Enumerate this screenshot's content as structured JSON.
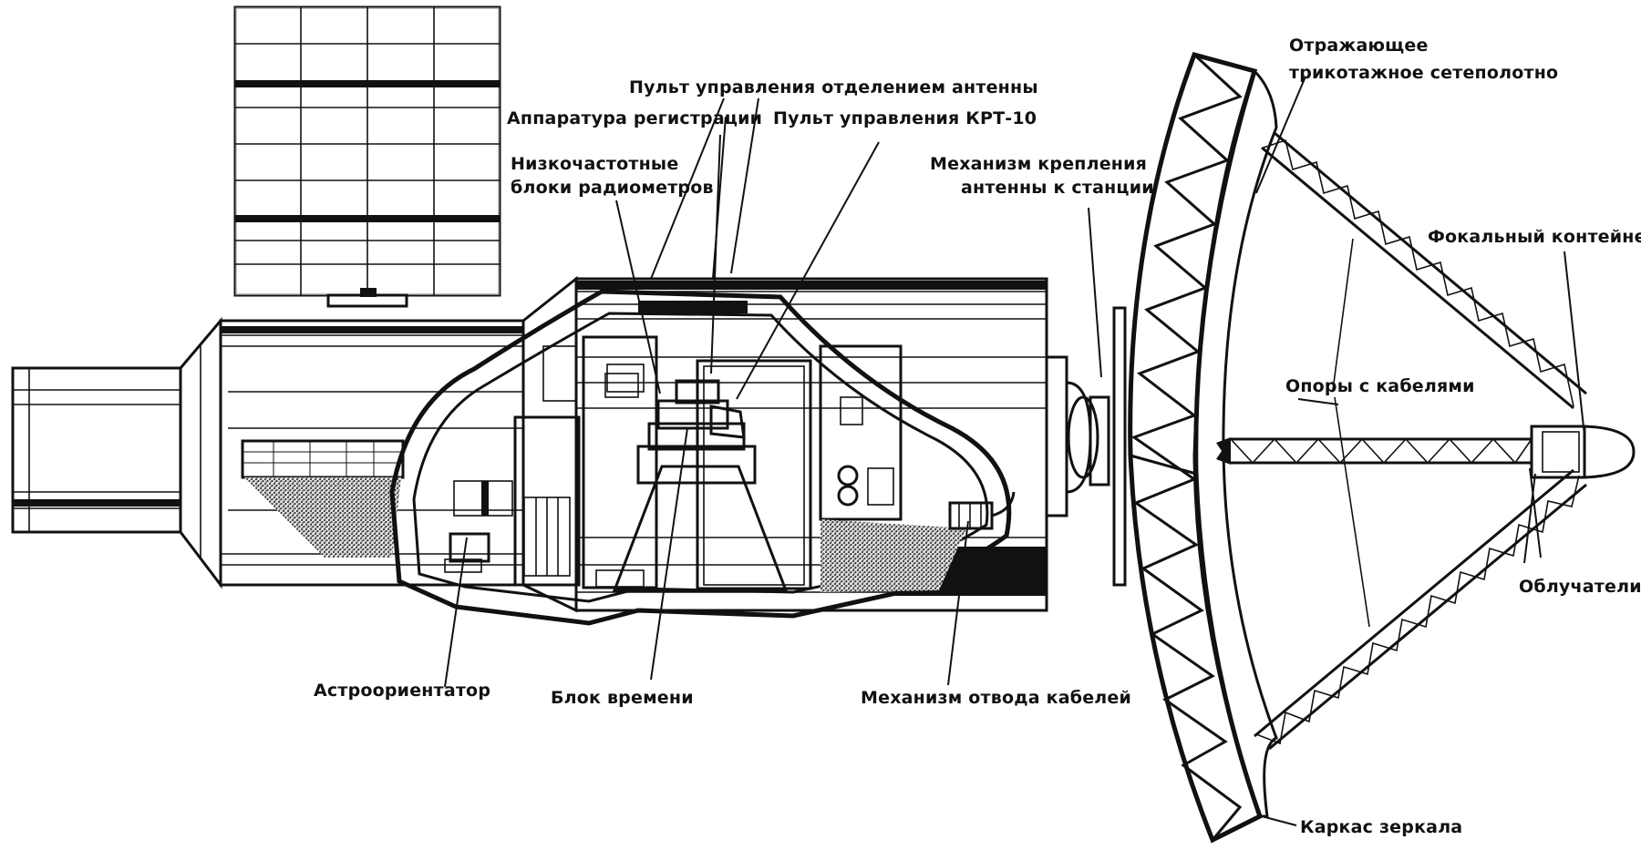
{
  "labels": {
    "reflecting_mesh_line1": "Отражающее",
    "reflecting_mesh_line2": "трикотажное сетеполотно",
    "antenna_separation_panel": "Пульт управления отделением антенны",
    "recording_equipment": "Аппаратура регистрации",
    "krt10_control_panel": "Пульт управления КРТ-10",
    "lowfreq_radiometer_line1": "Низкочастотные",
    "lowfreq_radiometer_line2": "блоки радиометров",
    "attach_mechanism_line1": "Механизм крепления",
    "attach_mechanism_line2": "антенны к станции",
    "focal_container": "Фокальный контейнер",
    "supports_with_cables": "Опоры с кабелями",
    "feeds": "Облучатели",
    "star_tracker": "Астроориентатор",
    "time_unit": "Блок времени",
    "cable_retraction": "Механизм отвода кабелей",
    "mirror_frame": "Каркас зеркала"
  },
  "colors": {
    "ink": "#111111",
    "paper": "#ffffff",
    "stipple": "#444444"
  }
}
